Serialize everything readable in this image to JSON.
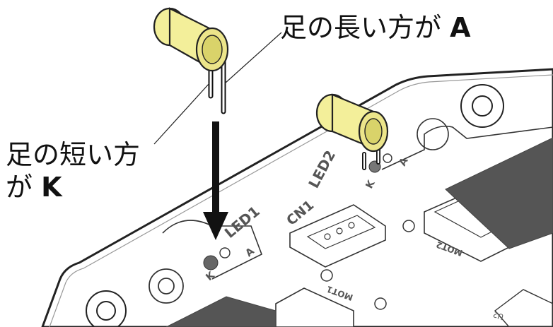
{
  "callouts": {
    "long_leg": {
      "text": "足の長い方が",
      "pin": "A"
    },
    "short_leg": {
      "line1": "足の短い方",
      "line2_prefix": "が",
      "pin": "K"
    }
  },
  "board": {
    "led1_label": "LED1",
    "led2_label": "LED2",
    "cn1_label": "CN1",
    "mot1_label": "MOT1",
    "mot2_label": "MOT2",
    "u2_label": "U2",
    "anode_mark": "A",
    "cathode_mark": "K"
  },
  "colors": {
    "led_body": "#f3ef9a",
    "led_shade": "#d9d36a",
    "board_outline": "#222222",
    "silkscreen": "#555555",
    "chip_fill": "#555555",
    "arrow": "#111111"
  }
}
